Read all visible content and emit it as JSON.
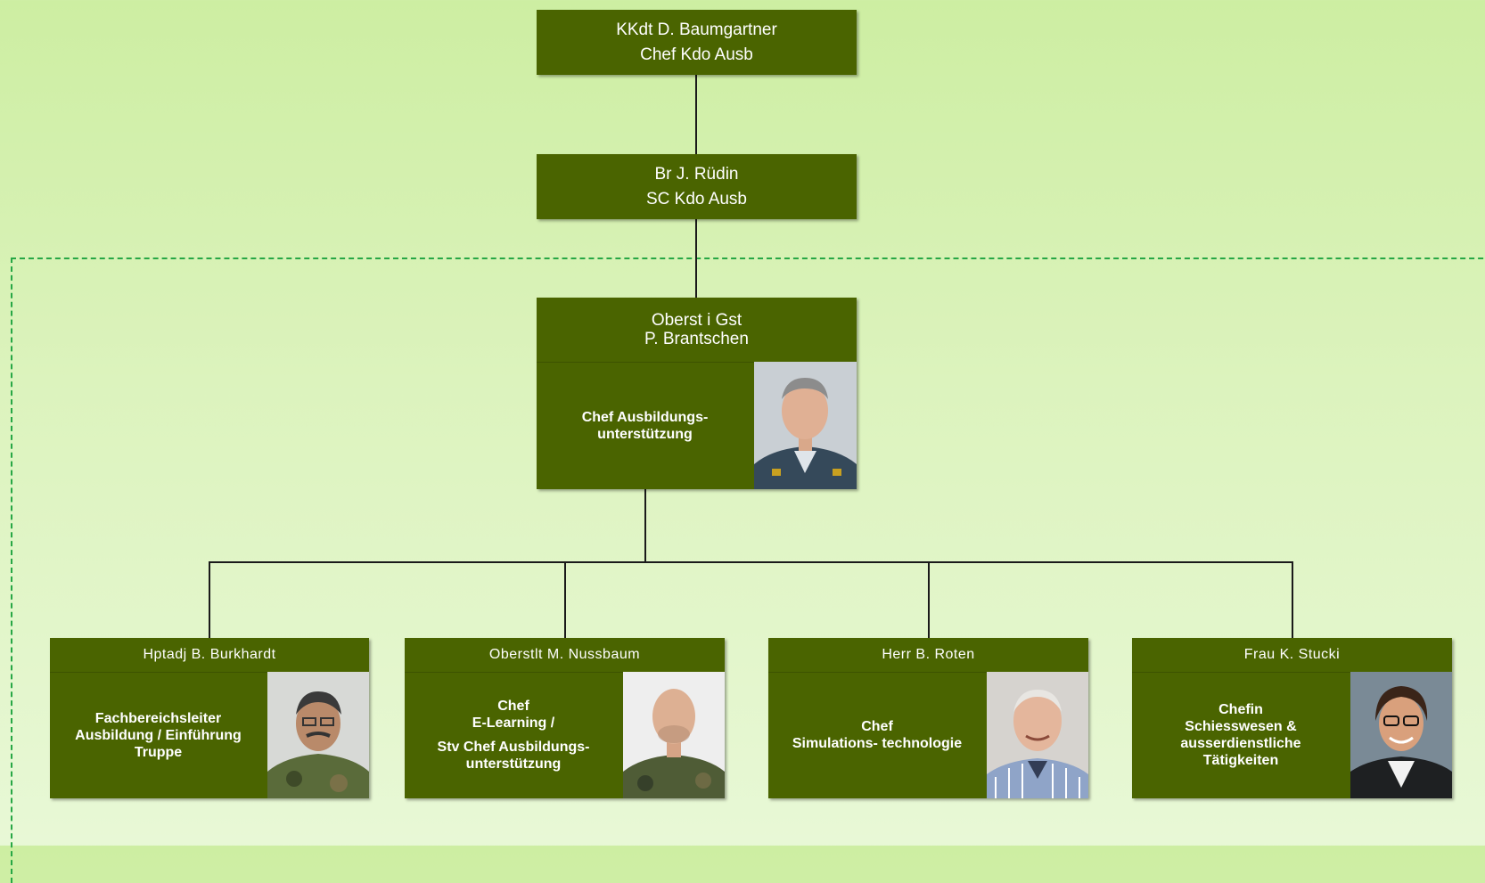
{
  "top": {
    "name": "KKdt D. Baumgartner",
    "title": "Chef Kdo Ausb"
  },
  "second": {
    "name": "Br J. Rüdin",
    "title": "SC Kdo Ausb"
  },
  "head": {
    "name_line1": "Oberst i Gst",
    "name_line2": "P. Brantschen",
    "role_line1": "Chef Ausbildungs-",
    "role_line2": "unterstützung"
  },
  "members": [
    {
      "name": "Hptadj B. Burkhardt",
      "role_lines": [
        "Fachbereichsleiter",
        "Ausbildung / Einführung",
        "Truppe"
      ]
    },
    {
      "name": "Oberstlt M. Nussbaum",
      "role_lines": [
        "Chef",
        "E-Learning /",
        "Stv Chef Ausbildungs-",
        "unterstützung"
      ]
    },
    {
      "name": "Herr B. Roten",
      "role_lines": [
        "Chef",
        "Simulations- technologie"
      ]
    },
    {
      "name": "Frau K. Stucki",
      "role_lines": [
        "Chefin",
        "Schiesswesen &",
        "ausserdienstliche",
        "Tätigkeiten"
      ]
    }
  ],
  "colors": {
    "box": "#4a6400",
    "dashed_frame": "#27a745",
    "connector": "#1a1a1a"
  }
}
